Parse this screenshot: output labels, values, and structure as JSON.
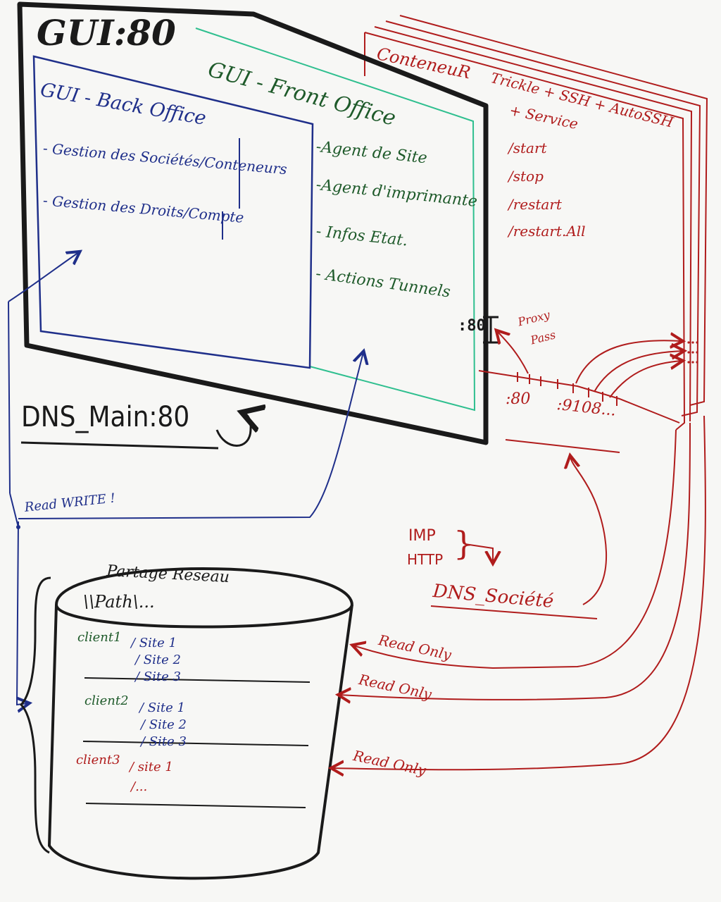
{
  "colors": {
    "black": "#1a1a1a",
    "blue": "#1f2f8a",
    "green": "#1e5a2a",
    "teal": "#2fbf8f",
    "red": "#b01c1c"
  },
  "gui": {
    "title": "GUI:80"
  },
  "back_office": {
    "title": "GUI - Back Office",
    "items": [
      "- Gestion des Sociétés/Conteneurs",
      "- Gestion des Droits/Compte"
    ]
  },
  "front_office": {
    "title": "GUI - Front Office",
    "items": [
      "-Agent de Site",
      "-Agent d'imprimante",
      "- Infos Etat.",
      "- Actions Tunnels"
    ]
  },
  "container": {
    "title": "ConteneuR",
    "subtitle_1": "Trickle + SSH + AutoSSH",
    "subtitle_2": "+ Service",
    "commands": [
      "/start",
      "/stop",
      "/restart",
      "/restart.All"
    ]
  },
  "ports": {
    "gui_port": ":80",
    "proxy_label_1": "Proxy",
    "proxy_label_2": "Pass",
    "port_80": ":80",
    "port_9108": ":9108..."
  },
  "dns_main": {
    "label": "DNS_Main:80"
  },
  "read_write": {
    "label": "Read WRITE !"
  },
  "imp_http": {
    "imp": "IMP",
    "http": "HTTP"
  },
  "dns_societe": {
    "label": "DNS_Société"
  },
  "read_only": {
    "labels": [
      "Read Only",
      "Read Only",
      "Read Only"
    ]
  },
  "share": {
    "title": "Partage Reseau",
    "path": "\\\\Path\\...",
    "client1": {
      "label": "client1",
      "sites": [
        "/ Site 1",
        "/ Site 2",
        "/ Site 3"
      ]
    },
    "client2": {
      "label": "client2",
      "sites": [
        "/ Site 1",
        "/ Site 2",
        "/ Site 3"
      ]
    },
    "client3": {
      "label": "client3",
      "sites": [
        "/ site 1",
        "/..."
      ]
    }
  }
}
